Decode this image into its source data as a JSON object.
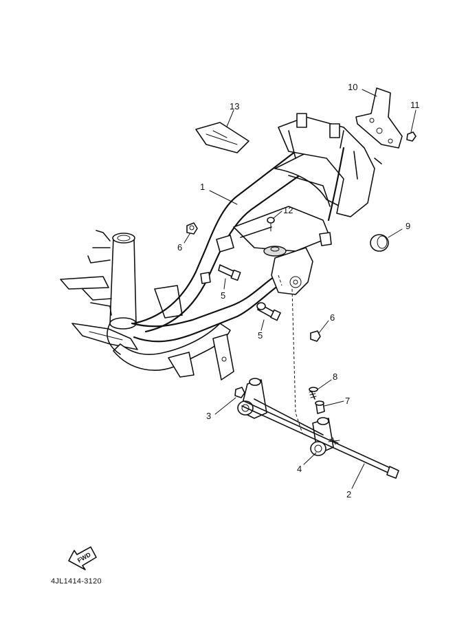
{
  "diagram": {
    "code": "4JL1414-3120",
    "fwd_text": "FWD",
    "callouts": [
      {
        "id": "c1",
        "label": "1"
      },
      {
        "id": "c2",
        "label": "2"
      },
      {
        "id": "c3",
        "label": "3"
      },
      {
        "id": "c4",
        "label": "4"
      },
      {
        "id": "c5a",
        "label": "5"
      },
      {
        "id": "c5b",
        "label": "5"
      },
      {
        "id": "c6a",
        "label": "6"
      },
      {
        "id": "c6b",
        "label": "6"
      },
      {
        "id": "c7",
        "label": "7"
      },
      {
        "id": "c8",
        "label": "8"
      },
      {
        "id": "c9",
        "label": "9"
      },
      {
        "id": "c10",
        "label": "10"
      },
      {
        "id": "c11",
        "label": "11"
      },
      {
        "id": "c12",
        "label": "12"
      },
      {
        "id": "c13",
        "label": "13"
      }
    ]
  }
}
